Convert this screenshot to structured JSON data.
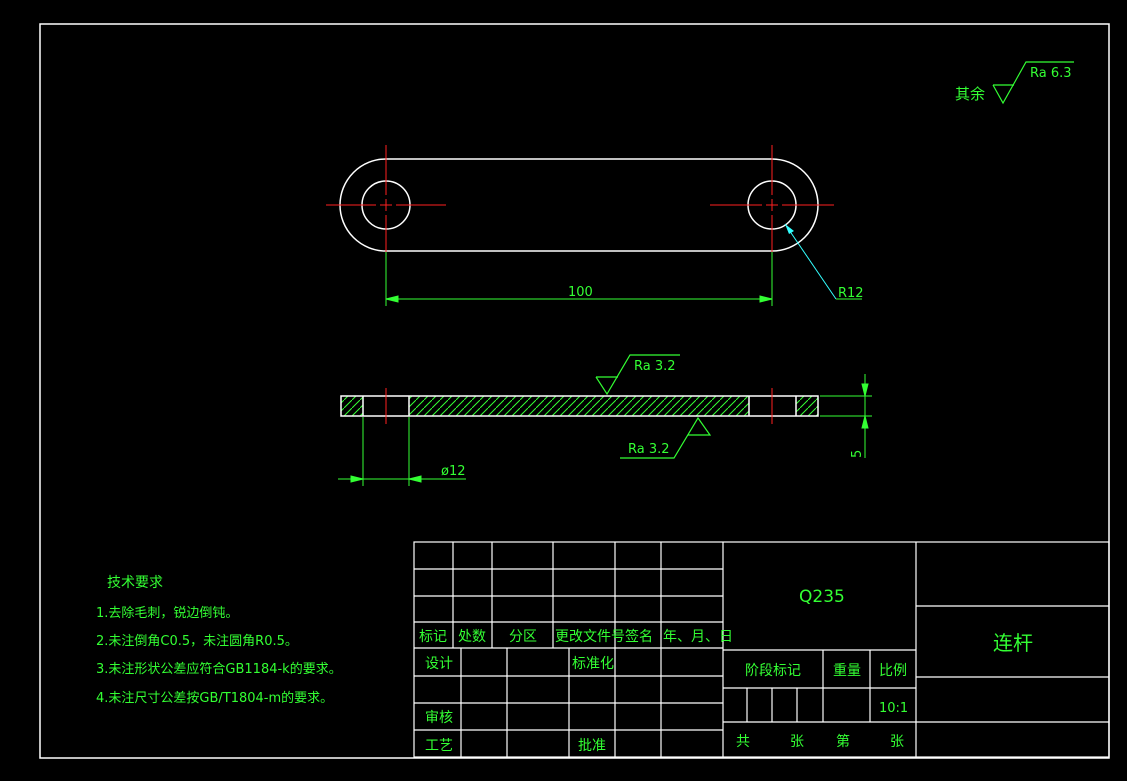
{
  "surface_finish": {
    "rest_label": "其余",
    "rest_value": "Ra 6.3",
    "top_value": "Ra 3.2",
    "bottom_value": "Ra 3.2"
  },
  "dimensions": {
    "center_distance": "100",
    "radius": "R12",
    "hole_diameter": "ø12",
    "thickness": "5"
  },
  "tech_requirements": {
    "title": "技术要求",
    "items": [
      "1.去除毛刺，锐边倒钝。",
      "2.未注倒角C0.5，未注圆角R0.5。",
      "3.未注形状公差应符合GB1184-k的要求。",
      "4.未注尺寸公差按GB/T1804-m的要求。"
    ]
  },
  "title_block": {
    "headers": [
      "标记",
      "处数",
      "分区",
      "更改文件号",
      "签名",
      "年、月、日"
    ],
    "design": "设计",
    "standardization": "标准化",
    "review": "审核",
    "process": "工艺",
    "approve": "批准",
    "material": "Q235",
    "part_name": "连杆",
    "stage_mark": "阶段标记",
    "weight": "重量",
    "scale_label": "比例",
    "scale_value": "10:1",
    "total": "共",
    "sheets": "张",
    "sheet_no": "第",
    "sheet_unit": "张"
  },
  "colors": {
    "outline": "#ffffff",
    "dimension": "#33ff33",
    "centerline": "#ff2020",
    "leader": "#33ffff"
  }
}
